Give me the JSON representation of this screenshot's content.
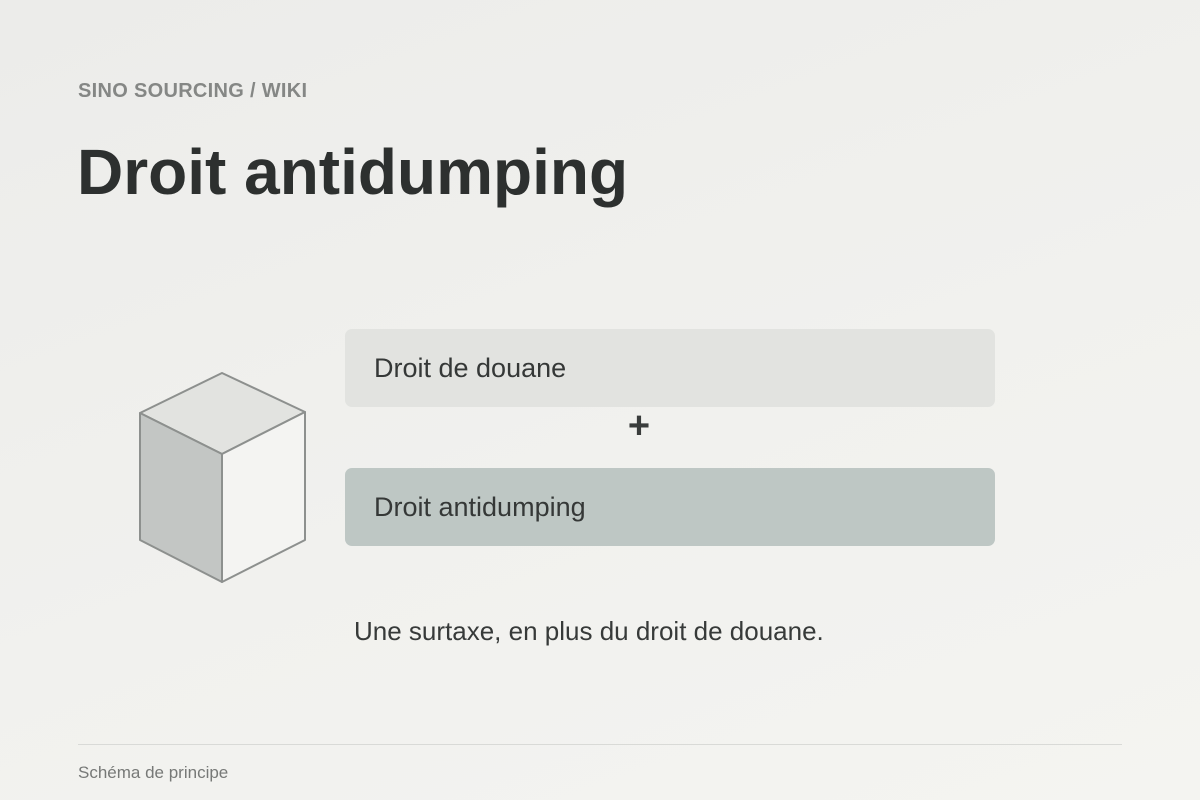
{
  "header": {
    "breadcrumb": "SINO SOURCING / WIKI",
    "title": "Droit antidumping"
  },
  "diagram": {
    "boxes": [
      {
        "label": "Droit de douane",
        "color": "#e2e3e0"
      },
      {
        "label": "Droit antidumping",
        "color": "#bec7c4"
      }
    ],
    "operator": "+",
    "caption": "Une surtaxe, en plus du droit de douane.",
    "icon": "cube-icon"
  },
  "footer": {
    "note": "Schéma de principe"
  }
}
